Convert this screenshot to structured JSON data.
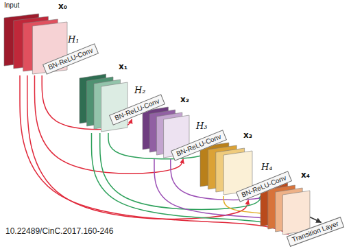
{
  "diagram": {
    "nodes": [
      {
        "text": [
          "Input",
          "x₀"
        ]
      },
      {
        "text": [
          "H₁",
          "BN-ReLU-Conv"
        ]
      },
      {
        "text": [
          "x₁"
        ]
      },
      {
        "text": [
          "H₂",
          "BN-ReLU-Conv"
        ]
      },
      {
        "text": [
          "x₂"
        ]
      },
      {
        "text": [
          "H₃",
          "BN-ReLU-Conv"
        ]
      },
      {
        "text": [
          "x₃"
        ]
      },
      {
        "text": [
          "H₄",
          "BN-ReLU-Conv"
        ]
      },
      {
        "text": [
          "x₄"
        ]
      },
      {
        "text": [
          "Transition Layer"
        ]
      }
    ],
    "edges": [
      {
        "from": 0,
        "to": 3,
        "arrow": "to"
      },
      {
        "from": 0,
        "to": 5,
        "arrow": "to"
      },
      {
        "from": 0,
        "to": 7,
        "arrow": "to"
      },
      {
        "from": 0,
        "to": 9,
        "arrow": "to"
      },
      {
        "from": 2,
        "to": 5,
        "arrow": "to"
      },
      {
        "from": 2,
        "to": 7,
        "arrow": "to"
      },
      {
        "from": 2,
        "to": 9,
        "arrow": "to"
      },
      {
        "from": 4,
        "to": 7,
        "arrow": "to"
      },
      {
        "from": 4,
        "to": 9,
        "arrow": "to"
      },
      {
        "from": 6,
        "to": 9,
        "arrow": "to"
      },
      {
        "from": 8,
        "to": 9,
        "arrow": "to"
      }
    ],
    "labels": [
      "10.22489/CinC.2017.160-246"
    ]
  }
}
